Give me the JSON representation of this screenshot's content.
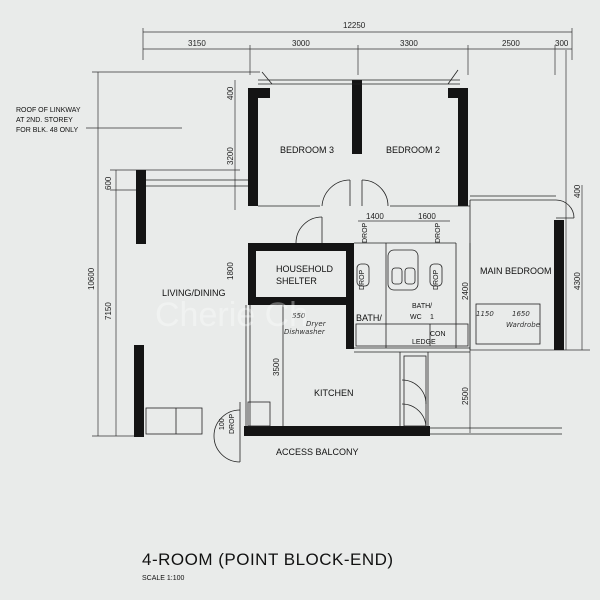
{
  "dimensions": {
    "overall_width": "12250",
    "top_segments": [
      "3150",
      "3000",
      "3300",
      "2500",
      "300"
    ],
    "left_overall": "10600",
    "left_upper": "600",
    "left_lower": "7150",
    "bedroom3_depth_top": "400",
    "bedroom3_depth": "3200",
    "shelter_height": "1800",
    "kitchen_depth": "3500",
    "bath_width": "1400",
    "wc_width": "1600",
    "bath_height": "2400",
    "kitchen_height": "2500",
    "right_top": "400",
    "right_main": "4300"
  },
  "rooms": {
    "bedroom3": "BEDROOM 3",
    "bedroom2": "BEDROOM 2",
    "main_bedroom": "MAIN BEDROOM",
    "living_dining": "LIVING/DINING",
    "shelter_line1": "HOUSEHOLD",
    "shelter_line2": "SHELTER",
    "kitchen": "KITCHEN",
    "bath": "BATH/",
    "wc_line1": "BATH/",
    "wc_line2": "WC",
    "access_balcony": "ACCESS BALCONY"
  },
  "fixtures": {
    "drop_label": "DROP",
    "con_label": "CON",
    "ledge_label": "LEDGE",
    "door_width": "100",
    "wc_number": "1"
  },
  "handwriting": {
    "kitchen_note_1": "550",
    "kitchen_note_2": "Dryer",
    "kitchen_note_3": "Dishwasher",
    "bath_note_1": "1150",
    "bath_note_2": "1650",
    "bath_note_3": "Wardrobe"
  },
  "notes": {
    "linkway_line1": "ROOF OF LINKWAY",
    "linkway_line2": "AT 2ND. STOREY",
    "linkway_line3": "FOR BLK. 48 ONLY"
  },
  "title": "4-ROOM (POINT BLOCK-END)",
  "scale": "SCALE 1:100",
  "watermark": "Cherie Ch"
}
